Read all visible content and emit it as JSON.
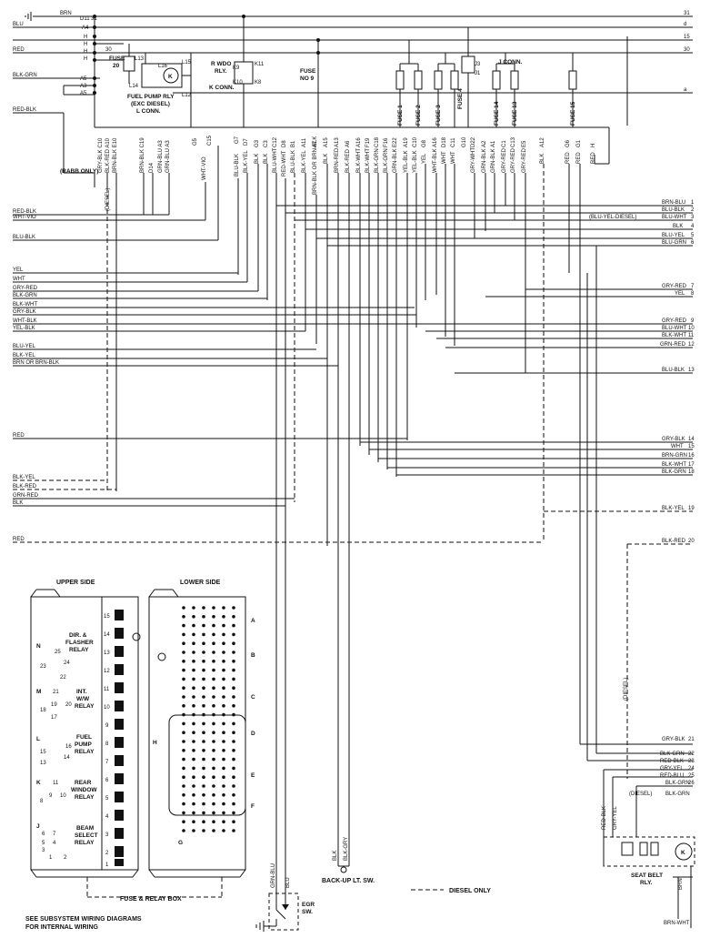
{
  "top_buses": [
    {
      "label": "BRN",
      "num": "31"
    },
    {
      "label": "BLU",
      "num": "d"
    },
    {
      "label": "RED",
      "num": "15"
    },
    {
      "label": "",
      "num": "30"
    },
    {
      "label": "BLK-GRN",
      "num": ""
    },
    {
      "label": "",
      "num": "a"
    }
  ],
  "terminal_labels": {
    "d11": "D11",
    "d11_31": "31",
    "a4": "A4",
    "h": "H",
    "h30": "30",
    "a5": "A5",
    "a3": "A3"
  },
  "left_top_wires": [
    {
      "label": "RED-BLK"
    }
  ],
  "fuse_pump": {
    "title": "FUSE",
    "num": "20",
    "l13": "L13",
    "l14": "L14",
    "l15": "L15",
    "l16": "L16",
    "l12": "L12",
    "k": "K"
  },
  "relay_caption": {
    "line1": "FUEL PUMP RLY",
    "line2": "(EXC DIESEL)",
    "line3": "L CONN."
  },
  "rwdo": {
    "line1": "R WDO",
    "line2": "RLY.",
    "k11": "K11",
    "k9": "K9",
    "k10": "K10",
    "k8": "K8",
    "kconn": "K CONN."
  },
  "fuse9": {
    "line1": "FUSE",
    "line2": "NO 9"
  },
  "fuses": [
    "FUSE 1",
    "FUSE 2",
    "FUSE 3",
    "FUSE 4",
    "FUSE 14",
    "FUSE 13",
    "FUSE 15"
  ],
  "jconn": {
    "title": "J CONN.",
    "j3": "J3",
    "j1": "J1"
  },
  "rabbit_note": "(RABB ONLY)",
  "diesel_tag": "(DIESEL)",
  "conn_labels": [
    "GRY-BLK C10",
    "BLK-RED A10",
    "BRN-BLK E10",
    "BRN-BLK C19",
    "D14",
    "GRN-BLU A3",
    "GRN-BLU A3",
    "G5",
    "C15",
    "WHT-VIO",
    "BLU-BLK",
    "G7",
    "BLK-YEL",
    "D7",
    "BLK",
    "G3",
    "BLK",
    "C3",
    "BLU-WHT",
    "C12",
    "RED-WHT",
    "D8",
    "BLU-BLK",
    "B1",
    "BLK-YEL",
    "A11",
    "BRN-BLK OR BRN-BLK",
    "A7",
    "BLK",
    "A15",
    "BRN-RED",
    "A13",
    "BLK-RED",
    "A6",
    "BLK-WHT",
    "A16",
    "BLK-WHT",
    "F19",
    "BLK-GRN",
    "C18",
    "BLK-GRN",
    "F16",
    "GRN-BLK",
    "E22",
    "YEL-BLK",
    "A19",
    "YEL-BLK",
    "C10",
    "YEL",
    "G8",
    "WHT-BLK",
    "A16",
    "WHT",
    "D18",
    "WHT",
    "C11",
    "G10",
    "GRY-WHT",
    "D22",
    "GRN-BLK",
    "A2",
    "GRN-BLK",
    "A1",
    "GRY-RED",
    "C1",
    "GRY-RED",
    "C13",
    "GRY-RED",
    "E5",
    "BLK",
    "A12",
    "RED",
    "G6",
    "RED",
    "G1",
    "RED",
    "H"
  ],
  "left_wires": [
    "RED-BLK",
    "WHT-VIO",
    "BLU-BLK",
    "YEL",
    "WHT",
    "GRY-RED",
    "BLK-GRN",
    "BLK-WHT",
    "GRY-BLK",
    "WHT-BLK",
    "YEL-BLK",
    "BLU-YEL",
    "BLK-YEL",
    "BRN OR BRN-BLK",
    "RED",
    "BLK-YEL",
    "BLK-RED",
    "GRN-RED",
    "BLK",
    "RED"
  ],
  "right_wires": [
    {
      "label": "BRN-BLU",
      "num": "1"
    },
    {
      "label": "BLU-BLK",
      "num": "2"
    },
    {
      "label": "BLU-WHT",
      "num": "3"
    },
    {
      "label": "BLK",
      "num": "4"
    },
    {
      "label": "BLU-YEL",
      "num": "5"
    },
    {
      "label": "BLU-GRN",
      "num": "6"
    },
    {
      "label": "GRY-RED",
      "num": "7"
    },
    {
      "label": "YEL",
      "num": "8"
    },
    {
      "label": "GRY-RED",
      "num": "9"
    },
    {
      "label": "BLU-WHT",
      "num": "10"
    },
    {
      "label": "BLK-WHT",
      "num": "11"
    },
    {
      "label": "GRN-RED",
      "num": "12"
    },
    {
      "label": "BLU-BLK",
      "num": "13"
    },
    {
      "label": "GRY-BLK",
      "num": "14"
    },
    {
      "label": "WHT",
      "num": "15"
    },
    {
      "label": "BRN-GRN",
      "num": "16"
    },
    {
      "label": "BLK-WHT",
      "num": "17"
    },
    {
      "label": "BLK-GRN",
      "num": "18"
    },
    {
      "label": "BLK-YEL",
      "num": "19"
    },
    {
      "label": "BLK-RED",
      "num": "20"
    },
    {
      "label": "GRY-BLK",
      "num": "21"
    },
    {
      "label": "BLK-GRN",
      "num": "22"
    },
    {
      "label": "RED-BLK",
      "num": "23"
    },
    {
      "label": "GRY-YEL",
      "num": "24"
    },
    {
      "label": "RED-BLU",
      "num": "25"
    },
    {
      "label": "BLK-GRN",
      "num": "26"
    }
  ],
  "blu_yel_diesel": "(BLU-YEL-DIESEL)",
  "fuse_box": {
    "upper_side": "UPPER SIDE",
    "lower_side": "LOWER SIDE",
    "caption": "FUSE & RELAY BOX",
    "relays": [
      {
        "letter": "N",
        "line1": "DIR. &",
        "line2": "FLASHER",
        "line3": "RELAY",
        "pins": [
          "25",
          "24",
          "23",
          "22"
        ]
      },
      {
        "letter": "M",
        "line1": "INT.",
        "line2": "W/W",
        "line3": "RELAY",
        "pins": [
          "21",
          "19",
          "20",
          "18",
          "17"
        ]
      },
      {
        "letter": "L",
        "line1": "FUEL",
        "line2": "PUMP",
        "line3": "RELAY",
        "pins": [
          "16",
          "15",
          "14",
          "13"
        ]
      },
      {
        "letter": "K",
        "line1": "REAR",
        "line2": "WINDOW",
        "line3": "RELAY",
        "pins": [
          "11",
          "9",
          "10",
          "8"
        ]
      },
      {
        "letter": "J",
        "line1": "BEAM",
        "line2": "SELECT",
        "line3": "RELAY",
        "pins": [
          "6",
          "7",
          "5",
          "4",
          "3",
          "1",
          "2"
        ]
      }
    ],
    "fuse_numbers": [
      "15",
      "14",
      "13",
      "12",
      "11",
      "10",
      "9",
      "8",
      "7",
      "6",
      "5",
      "4",
      "3",
      "2",
      "1"
    ],
    "conn_letters": [
      "A",
      "B",
      "C",
      "D",
      "E",
      "F",
      "G",
      "H"
    ]
  },
  "egr": {
    "line1": "EGR",
    "line2": "SW.",
    "wire1": "GRN-BLU",
    "wire2": "BLU"
  },
  "backup": {
    "caption": "BACK-UP LT. SW.",
    "wire1": "BLK",
    "wire2": "BLK-GRY"
  },
  "diesel_legend": "DIESEL ONLY",
  "seat_belt": {
    "line1": "SEAT BELT",
    "line2": "RLY.",
    "wires": [
      "RED-BLK",
      "GRY-YEL",
      "(DIESEL)",
      "BLK-GRN",
      "BRN",
      "BRN-WHT"
    ],
    "k": "K"
  },
  "diesel_vertical": "(DIESEL)",
  "footnote": {
    "line1": "SEE SUBSYSTEM WIRING DIAGRAMS",
    "line2": "FOR INTERNAL WIRING"
  }
}
